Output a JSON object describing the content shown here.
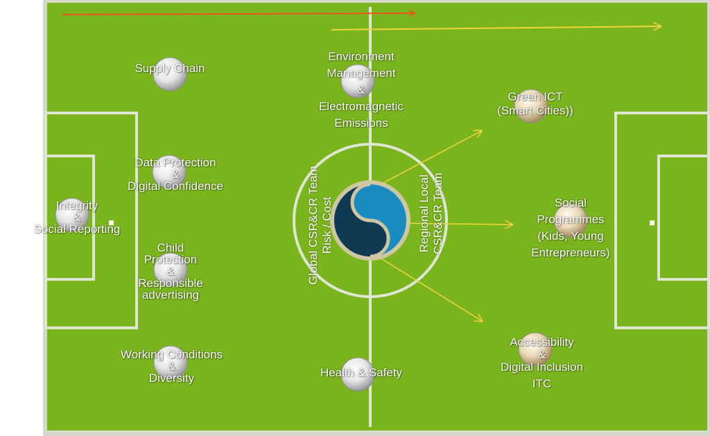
{
  "colors": {
    "field": "#7ab51d",
    "field_line": "#d9e3cf",
    "arrow_red": "#e8531e",
    "arrow_yellow": "#f2d53a",
    "logo_dark": "#0f3a52",
    "logo_light": "#1a8cbf",
    "logo_ring": "#cfc6a2"
  },
  "nodes": {
    "supply_chain": [
      "Supply Chain"
    ],
    "environment": [
      "Environment",
      "Management",
      "&",
      "Electromagnetic",
      "Emissions"
    ],
    "data_protection": [
      "Data Protection",
      "&",
      "Digital Confidence"
    ],
    "integrity": [
      "Integrity",
      "&",
      "Social Reporting"
    ],
    "child_protection": [
      "Child",
      "Protection",
      "&",
      "Responsible",
      "advertising"
    ],
    "working_conditions": [
      "Working Conditions",
      "&",
      "Diversity"
    ],
    "health_safety": [
      "Health & Safety"
    ],
    "green_ict": [
      "Green ICT",
      "(Smart Cities))"
    ],
    "social_programmes": [
      "Social",
      "Programmes",
      "(Kids, Young",
      "Entrepreneurs)"
    ],
    "accessibility": [
      "Accessibility",
      "&",
      "Digital  Inclusion",
      "ITC"
    ]
  },
  "center": {
    "global_team": [
      "Global CSR&CR Team",
      "Risk / Cost"
    ],
    "regional_team": [
      "Regional Local",
      "CSR&CR Team"
    ],
    "logo_icon": "yin-yang-s-logo-icon"
  }
}
